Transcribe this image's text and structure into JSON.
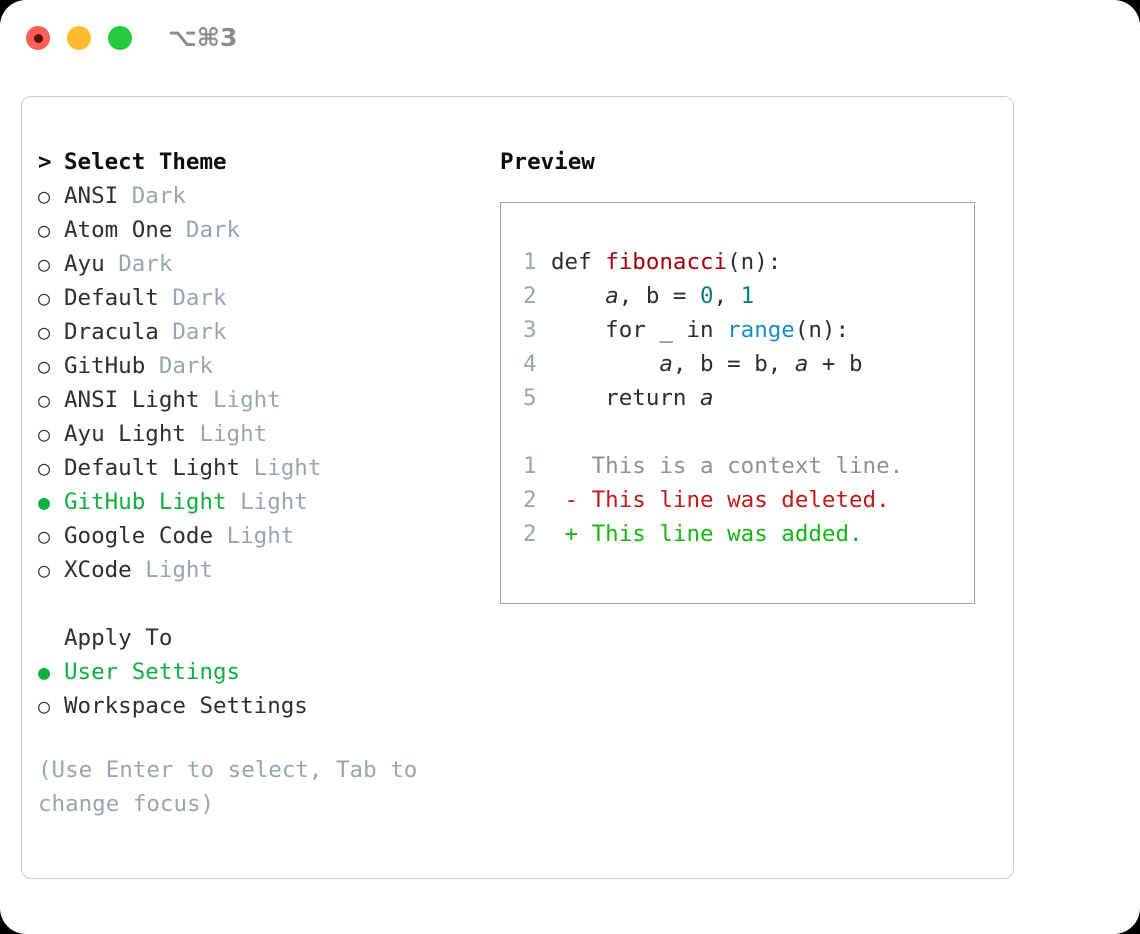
{
  "titlebar": {
    "lights": [
      {
        "name": "close",
        "color": "#fc5f58"
      },
      {
        "name": "minimize",
        "color": "#fdbc2e"
      },
      {
        "name": "zoom",
        "color": "#26ca3e"
      }
    ],
    "shortcut": "⌥⌘3"
  },
  "theme_picker": {
    "header": {
      "marker": ">",
      "label": "Select Theme"
    },
    "items": [
      {
        "marker": "○",
        "name": "ANSI",
        "category": "Dark",
        "selected": false
      },
      {
        "marker": "○",
        "name": "Atom One",
        "category": "Dark",
        "selected": false
      },
      {
        "marker": "○",
        "name": "Ayu",
        "category": "Dark",
        "selected": false
      },
      {
        "marker": "○",
        "name": "Default",
        "category": "Dark",
        "selected": false
      },
      {
        "marker": "○",
        "name": "Dracula",
        "category": "Dark",
        "selected": false
      },
      {
        "marker": "○",
        "name": "GitHub",
        "category": "Dark",
        "selected": false
      },
      {
        "marker": "○",
        "name": "ANSI Light",
        "category": "Light",
        "selected": false
      },
      {
        "marker": "○",
        "name": "Ayu Light",
        "category": "Light",
        "selected": false
      },
      {
        "marker": "○",
        "name": "Default Light",
        "category": "Light",
        "selected": false
      },
      {
        "marker": "●",
        "name": "GitHub Light",
        "category": "Light",
        "selected": true
      },
      {
        "marker": "○",
        "name": "Google Code",
        "category": "Light",
        "selected": false
      },
      {
        "marker": "○",
        "name": "XCode",
        "category": "Light",
        "selected": false
      }
    ]
  },
  "apply_to": {
    "header": {
      "marker": " ",
      "label": "Apply To"
    },
    "items": [
      {
        "marker": "●",
        "name": "User Settings",
        "selected": true
      },
      {
        "marker": "○",
        "name": "Workspace Settings",
        "selected": false
      }
    ]
  },
  "hint": "(Use Enter to select, Tab to change focus)",
  "preview": {
    "title": "Preview",
    "code_lines": [
      {
        "lineno": "1",
        "tokens": [
          {
            "text": "def ",
            "kind": "plain"
          },
          {
            "text": "fibonacci",
            "kind": "func"
          },
          {
            "text": "(n):",
            "kind": "plain"
          }
        ]
      },
      {
        "lineno": "2",
        "tokens": [
          {
            "text": "    ",
            "kind": "plain"
          },
          {
            "text": "a",
            "kind": "var"
          },
          {
            "text": ", b = ",
            "kind": "plain"
          },
          {
            "text": "0",
            "kind": "num"
          },
          {
            "text": ", ",
            "kind": "plain"
          },
          {
            "text": "1",
            "kind": "num"
          }
        ]
      },
      {
        "lineno": "3",
        "tokens": [
          {
            "text": "    for _ in ",
            "kind": "plain"
          },
          {
            "text": "range",
            "kind": "builtin"
          },
          {
            "text": "(n):",
            "kind": "plain"
          }
        ]
      },
      {
        "lineno": "4",
        "tokens": [
          {
            "text": "        ",
            "kind": "plain"
          },
          {
            "text": "a",
            "kind": "var"
          },
          {
            "text": ", b = b, ",
            "kind": "plain"
          },
          {
            "text": "a",
            "kind": "var"
          },
          {
            "text": " + b",
            "kind": "plain"
          }
        ]
      },
      {
        "lineno": "5",
        "tokens": [
          {
            "text": "    return ",
            "kind": "plain"
          },
          {
            "text": "a",
            "kind": "var"
          }
        ]
      }
    ],
    "diff_lines": [
      {
        "lineno": "1",
        "sign": " ",
        "text": "This is a context line.",
        "kind": "context"
      },
      {
        "lineno": "2",
        "sign": "-",
        "text": "This line was deleted.",
        "kind": "deleted"
      },
      {
        "lineno": "2",
        "sign": "+",
        "text": "This line was added.",
        "kind": "added"
      }
    ]
  },
  "colors": {
    "accent_green": "#11b03e",
    "dim_grey": "#9aa5b1",
    "text": "#2b2f33",
    "func_red": "#a3000d",
    "num_teal": "#0b7d77",
    "builtin_blue": "#1a8cc8",
    "diff_add": "#14b814",
    "diff_del": "#c21b17",
    "diff_ctx": "#8b9199"
  }
}
